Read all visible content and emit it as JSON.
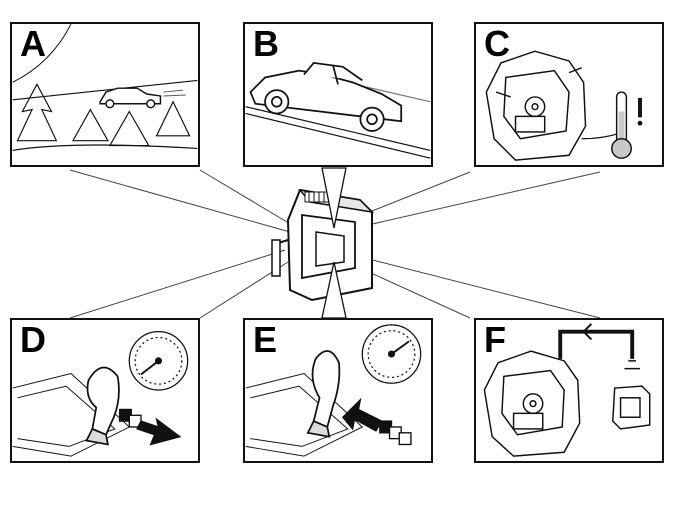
{
  "panels": [
    {
      "id": "A",
      "label": "A",
      "icons": [
        "car-icon",
        "pine-tree-icon"
      ]
    },
    {
      "id": "B",
      "label": "B",
      "icons": [
        "car-icon",
        "incline-road-icon"
      ]
    },
    {
      "id": "C",
      "label": "C",
      "icons": [
        "gearbox-icon",
        "thermometer-icon",
        "warning-icon"
      ]
    },
    {
      "id": "D",
      "label": "D",
      "icons": [
        "gear-lever-icon",
        "speedometer-icon",
        "arrow-icon"
      ]
    },
    {
      "id": "E",
      "label": "E",
      "icons": [
        "gear-lever-icon",
        "speedometer-icon",
        "arrow-icon"
      ]
    },
    {
      "id": "F",
      "label": "F",
      "icons": [
        "gearbox-icon",
        "control-module-icon",
        "signal-icon"
      ]
    }
  ],
  "center": {
    "icon": "control-module-icon"
  },
  "colors": {
    "line": "#111111",
    "fill": "#ffffff",
    "shade": "#c8c8c8"
  }
}
